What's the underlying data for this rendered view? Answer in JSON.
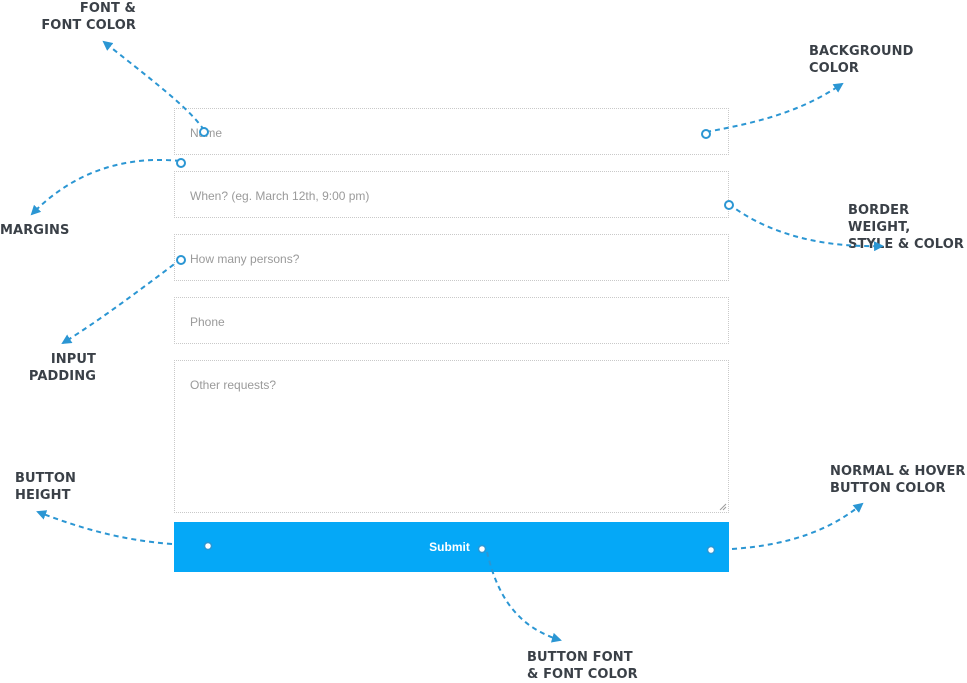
{
  "form": {
    "fields": [
      {
        "placeholder": "Name"
      },
      {
        "placeholder": "When? (eg. March 12th, 9:00 pm)"
      },
      {
        "placeholder": "How many persons?"
      },
      {
        "placeholder": "Phone"
      }
    ],
    "textarea": {
      "placeholder": "Other requests?"
    },
    "submit_label": "Submit"
  },
  "annotations": {
    "font": [
      "FONT &",
      "FONT COLOR"
    ],
    "background": [
      "BACKGROUND",
      "COLOR"
    ],
    "margins": [
      "MARGINS"
    ],
    "border": [
      "BORDER WEIGHT,",
      "STYLE & COLOR"
    ],
    "input_padding": [
      "INPUT",
      "PADDING"
    ],
    "button_height": [
      "BUTTON",
      "HEIGHT"
    ],
    "button_color": [
      "NORMAL & HOVER",
      "BUTTON COLOR"
    ],
    "button_font": [
      "BUTTON FONT",
      "& FONT COLOR"
    ]
  },
  "colors": {
    "button": "#05a8f7",
    "annotation_accent": "#2b96d3",
    "annotation_text": "#3a4047",
    "field_border": "#c9c9c9",
    "placeholder": "#9a9a9a"
  }
}
